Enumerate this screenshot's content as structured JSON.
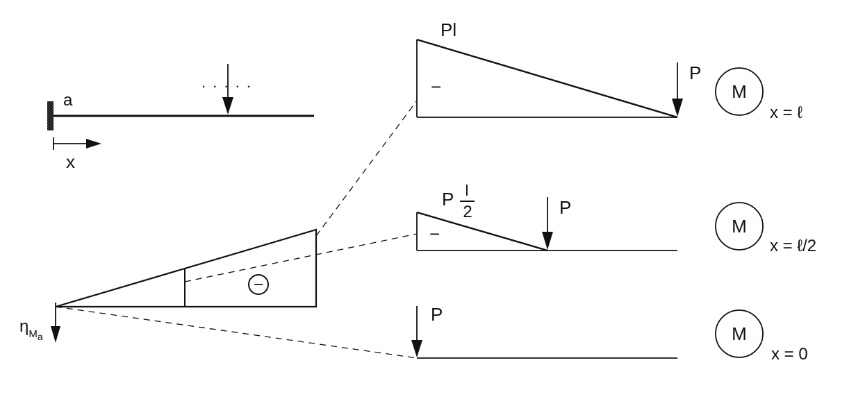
{
  "beam": {
    "support_label": "a",
    "dots": ". . .   . .",
    "axis_label": "x"
  },
  "influence_line": {
    "sign": "−",
    "eta_main": "η",
    "eta_sub_m": "M",
    "eta_sub_a": "a"
  },
  "case_end": {
    "moment_label": "Pl",
    "sign": "−",
    "load_label": "P",
    "circle_label": "M",
    "position_label": "x = ℓ"
  },
  "case_mid": {
    "moment_p": "P",
    "moment_num": "l",
    "moment_den": "2",
    "sign": "−",
    "load_label": "P",
    "circle_label": "M",
    "position_label": "x = ℓ/2"
  },
  "case_zero": {
    "load_label": "P",
    "circle_label": "M",
    "position_label": "x = 0"
  }
}
